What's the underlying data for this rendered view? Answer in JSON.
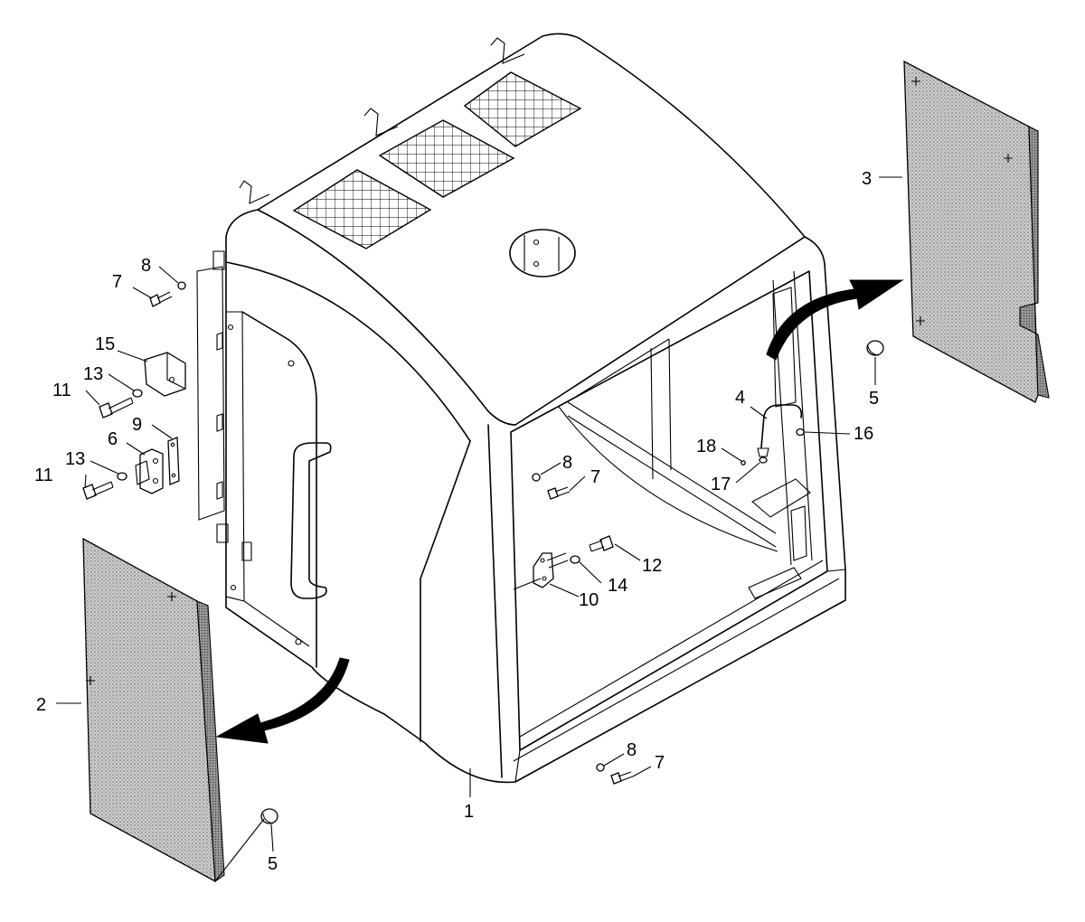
{
  "callouts": {
    "c1": "1",
    "c2": "2",
    "c3": "3",
    "c4": "4",
    "c5a": "5",
    "c5b": "5",
    "c6": "6",
    "c7a": "7",
    "c7b": "7",
    "c7c": "7",
    "c8a": "8",
    "c8b": "8",
    "c8c": "8",
    "c9": "9",
    "c10": "10",
    "c11a": "11",
    "c11b": "11",
    "c12": "12",
    "c13a": "13",
    "c13b": "13",
    "c14": "14",
    "c15": "15",
    "c16": "16",
    "c17": "17",
    "c18": "18"
  },
  "colors": {
    "line": "#000000",
    "background": "#ffffff",
    "panel_shade": "#b8b8b8"
  }
}
